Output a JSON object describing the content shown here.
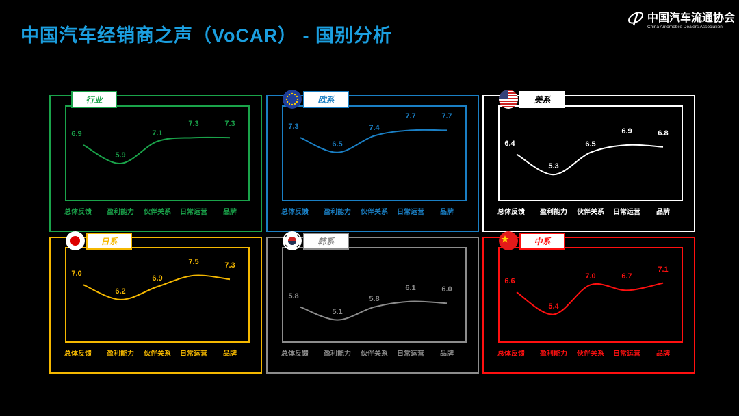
{
  "header": {
    "title": "中国汽车经销商之声（VoCAR） -  国别分析"
  },
  "logo": {
    "name_cn": "中国汽车流通协会",
    "name_en": "China Automobile Dealers Association"
  },
  "categories": [
    "总体反馈",
    "盈利能力",
    "伙伴关系",
    "日常运营",
    "品牌"
  ],
  "panels": [
    {
      "label": "行业",
      "color": "#1aa34a",
      "tab_text": "#1aa34a",
      "flag": null,
      "values": [
        6.9,
        5.9,
        7.1,
        7.3,
        7.3
      ]
    },
    {
      "label": "欧系",
      "color": "#1a7fc4",
      "tab_text": "#1a7fc4",
      "flag": "eu",
      "values": [
        7.3,
        6.5,
        7.4,
        7.7,
        7.7
      ]
    },
    {
      "label": "美系",
      "color": "#ffffff",
      "tab_text": "#000000",
      "flag": "us",
      "values": [
        6.4,
        5.3,
        6.5,
        6.9,
        6.8
      ]
    },
    {
      "label": "日系",
      "color": "#f5b800",
      "tab_text": "#f5b800",
      "flag": "jp",
      "values": [
        7.0,
        6.2,
        6.9,
        7.5,
        7.3
      ]
    },
    {
      "label": "韩系",
      "color": "#8c8c8c",
      "tab_text": "#8c8c8c",
      "flag": "kr",
      "values": [
        5.8,
        5.1,
        5.8,
        6.1,
        6.0
      ]
    },
    {
      "label": "中系",
      "color": "#ff1010",
      "tab_text": "#ff1010",
      "flag": "cn",
      "values": [
        6.6,
        5.4,
        7.0,
        6.7,
        7.1
      ]
    }
  ]
}
